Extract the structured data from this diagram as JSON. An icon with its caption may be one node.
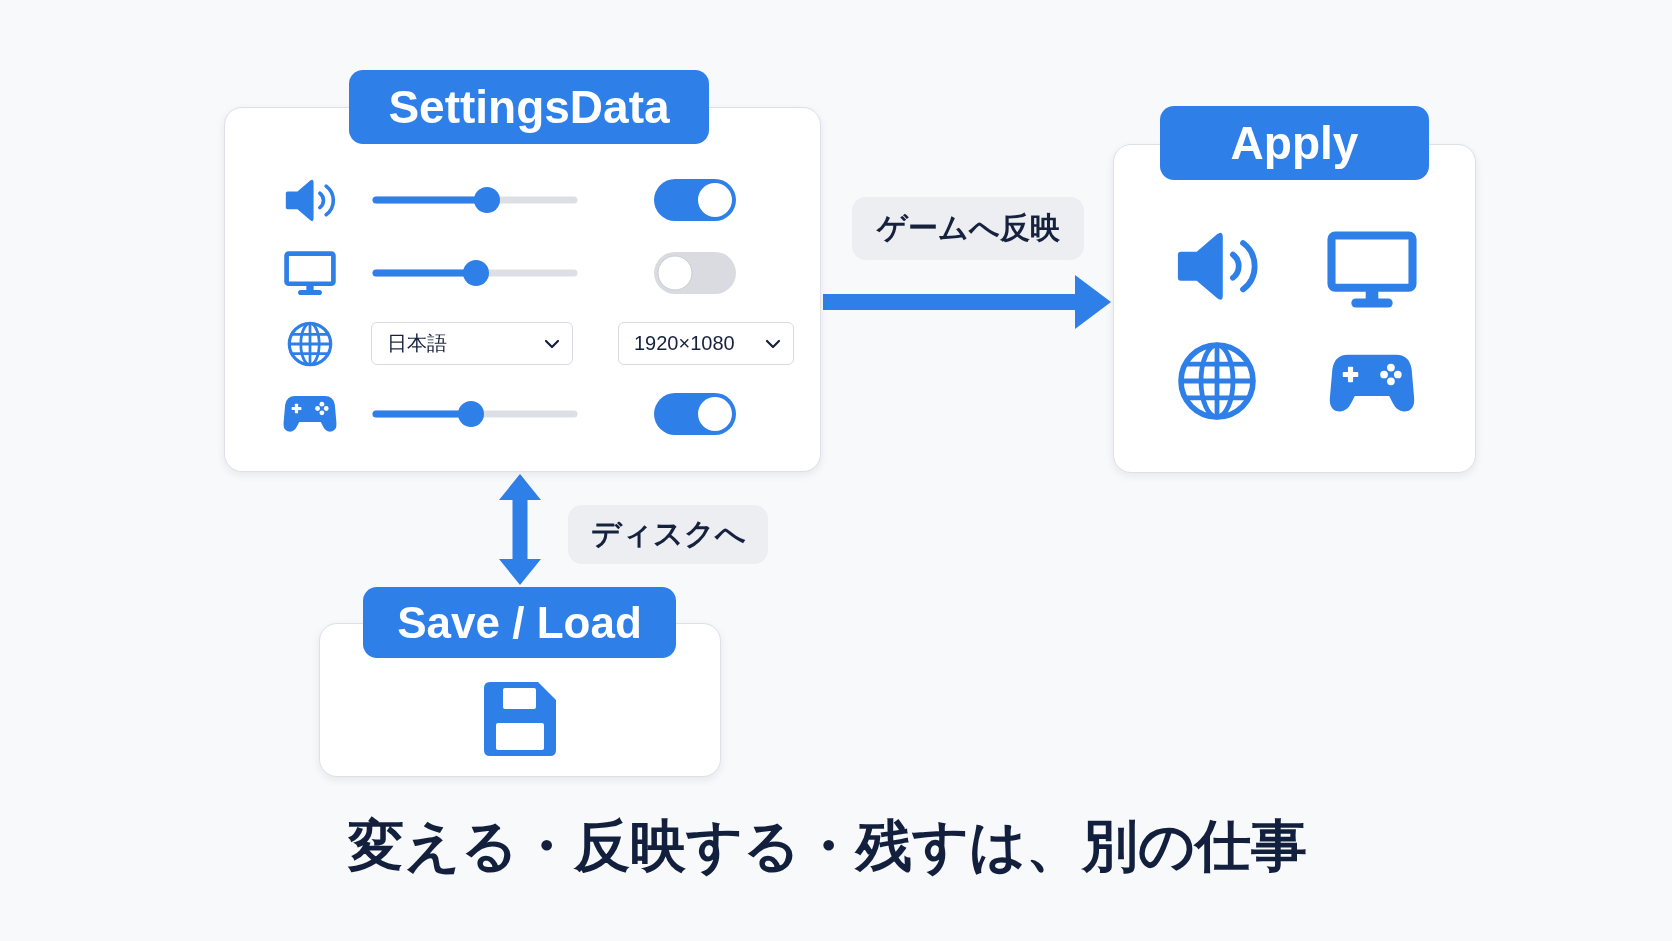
{
  "diagram": {
    "caption": "変える・反映する・残すは、別の仕事",
    "nodes": [
      {
        "text": [
          "SettingsData"
        ]
      },
      {
        "text": [
          "日本語"
        ],
        "in": 0
      },
      {
        "text": [
          "1920×1080"
        ],
        "in": 0
      },
      {
        "text": [
          "Apply"
        ]
      },
      {
        "text": [
          "Save / Load"
        ]
      }
    ],
    "edges": [
      {
        "from": 0,
        "to": 3,
        "arrow": "to",
        "label": "ゲームへ反映"
      },
      {
        "from": 0,
        "to": 4,
        "arrow": "both",
        "label": "ディスクへ"
      }
    ]
  }
}
